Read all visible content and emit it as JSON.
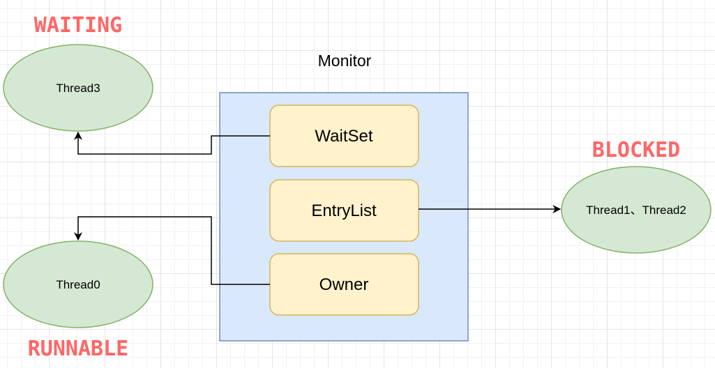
{
  "states": {
    "waiting": "WAITING",
    "runnable": "RUNNABLE",
    "blocked": "BLOCKED"
  },
  "monitor": {
    "title": "Monitor",
    "wait_set": "WaitSet",
    "entry_list": "EntryList",
    "owner": "Owner"
  },
  "threads": {
    "waiting_thread": "Thread3",
    "runnable_thread": "Thread0",
    "blocked_threads": "Thread1、Thread2"
  },
  "colors": {
    "monitor_fill": "#dae8fc",
    "monitor_stroke": "#6c8ebf",
    "slot_fill": "#fff2cc",
    "slot_stroke": "#d6b656",
    "thread_fill": "#d5e8d4",
    "thread_stroke": "#82b366",
    "state_label": "#ff6666",
    "edge": "#000000"
  }
}
